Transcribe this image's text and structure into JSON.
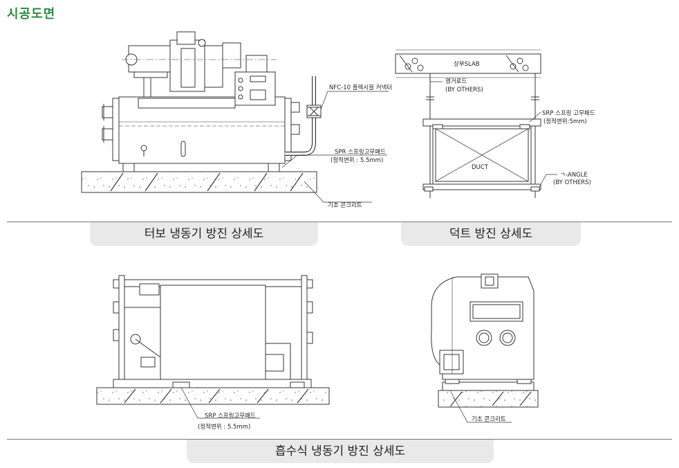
{
  "page": {
    "title": "시공도면"
  },
  "turbo": {
    "caption": "터보 냉동기 방진 상세도",
    "flex_label": "NFC-10 플렉시블 커넥터",
    "spring_label": "SPR 스프링고무패드",
    "spring_sub": "(정적변위 : 5.5mm)",
    "concrete_label": "기초 콘크리트"
  },
  "duct": {
    "caption": "덕트 방진 상세도",
    "slab_label": "상부SLAB",
    "rod_label": "행거로드",
    "rod_sub": "(BY OTHERS)",
    "pad_label": "SRP 스프링 고무패드",
    "pad_sub": "(정적변위:5mm)",
    "duct_label": "DUCT",
    "angle_label": "ㄱ-ANGLE",
    "angle_sub": "(BY OTHERS)"
  },
  "absorption": {
    "caption": "흡수식 냉동기 방진 상세도",
    "pad_label": "SRP 스프링고무패드",
    "pad_sub": "(정적변위 : 5.5mm)",
    "concrete_label": "기초 콘크리트"
  }
}
